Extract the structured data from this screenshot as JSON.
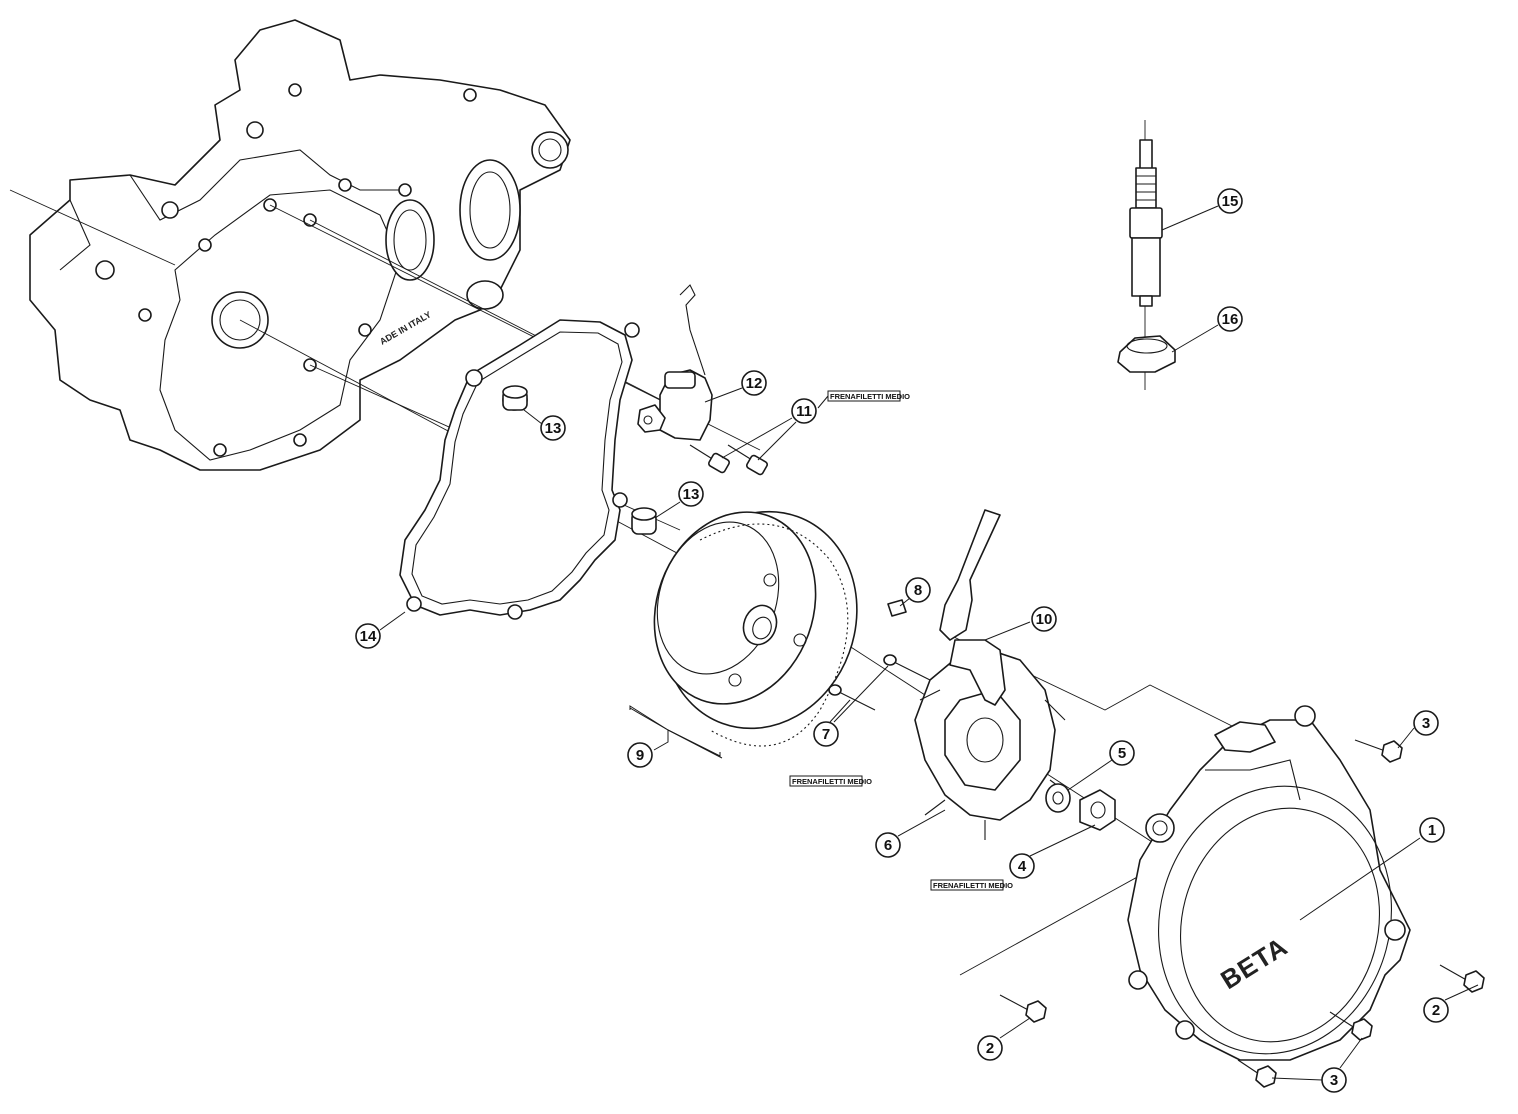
{
  "callouts": [
    {
      "id": "c1",
      "label": "1"
    },
    {
      "id": "c2a",
      "label": "2"
    },
    {
      "id": "c2b",
      "label": "2"
    },
    {
      "id": "c3a",
      "label": "3"
    },
    {
      "id": "c3b",
      "label": "3"
    },
    {
      "id": "c4",
      "label": "4"
    },
    {
      "id": "c5",
      "label": "5"
    },
    {
      "id": "c6",
      "label": "6"
    },
    {
      "id": "c7",
      "label": "7"
    },
    {
      "id": "c8",
      "label": "8"
    },
    {
      "id": "c9",
      "label": "9"
    },
    {
      "id": "c10",
      "label": "10"
    },
    {
      "id": "c11",
      "label": "11"
    },
    {
      "id": "c12",
      "label": "12"
    },
    {
      "id": "c13a",
      "label": "13"
    },
    {
      "id": "c13b",
      "label": "13"
    },
    {
      "id": "c14",
      "label": "14"
    },
    {
      "id": "c15",
      "label": "15"
    },
    {
      "id": "c16",
      "label": "16"
    }
  ],
  "notes": {
    "n11": "FRENAFILETTI MEDIO",
    "n7": "FRENAFILETTI MEDIO",
    "n4": "FRENAFILETTI MEDIO"
  },
  "crankcase_stamp": "ADE IN ITALY",
  "cover_brand": "BETA"
}
